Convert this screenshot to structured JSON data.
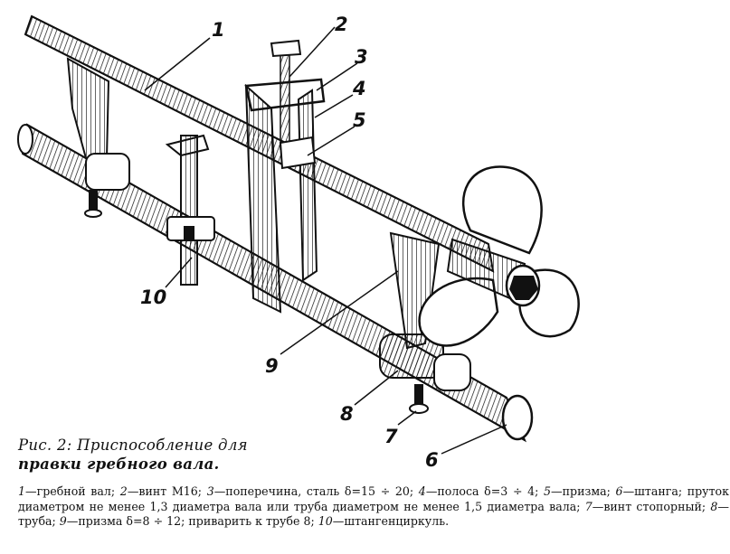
{
  "callouts": {
    "n1": "1",
    "n2": "2",
    "n3": "3",
    "n4": "4",
    "n5": "5",
    "n6": "6",
    "n7": "7",
    "n8": "8",
    "n9": "9",
    "n10": "10"
  },
  "caption": {
    "line1": "Рис. 2: Приспособление для",
    "line2": "правки гребного вала."
  },
  "legend": [
    {
      "num": "1",
      "text": "—гребной вал; "
    },
    {
      "num": "2",
      "text": "—винт М16; "
    },
    {
      "num": "3",
      "text": "—поперечина, сталь δ=15 ÷ 20; "
    },
    {
      "num": "4",
      "text": "—полоса δ=3 ÷ 4; "
    },
    {
      "num": "5",
      "text": "—призма; "
    },
    {
      "num": "6",
      "text": "—штанга; пруток диаметром не менее 1,3 диаметра вала или труба диаметром не менее 1,5 диаметра вала; "
    },
    {
      "num": "7",
      "text": "—винт стопорный; "
    },
    {
      "num": "8",
      "text": "—труба; "
    },
    {
      "num": "9",
      "text": "—призма δ=8 ÷ 12; приварить к трубе 8; "
    },
    {
      "num": "10",
      "text": "—штангенциркуль."
    }
  ],
  "colors": {
    "ink": "#111111",
    "paper": "#ffffff"
  }
}
